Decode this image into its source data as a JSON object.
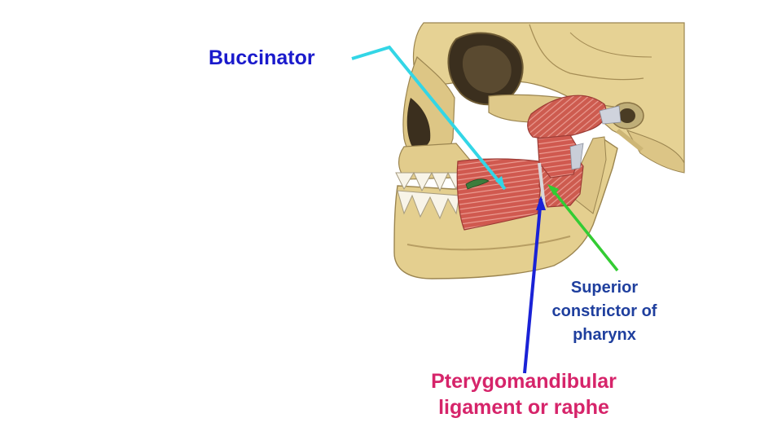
{
  "labels": {
    "buccinator": "Buccinator",
    "superior_constrictor": [
      "Superior",
      "constrictor of",
      "pharynx"
    ],
    "pterygomandibular": [
      "Pterygomandibular",
      "ligament or raphe"
    ]
  },
  "colors": {
    "buccinator_text": "#1a1acc",
    "buccinator_pointer": "#33d6e6",
    "superior_constrictor_text": "#1f3f9e",
    "superior_constrictor_pointer": "#33cc33",
    "pterygomandibular_text": "#d6246a",
    "pterygomandibular_pointer": "#1a22d6",
    "bone": "#e4cf93",
    "muscle": "#cf5a50"
  }
}
